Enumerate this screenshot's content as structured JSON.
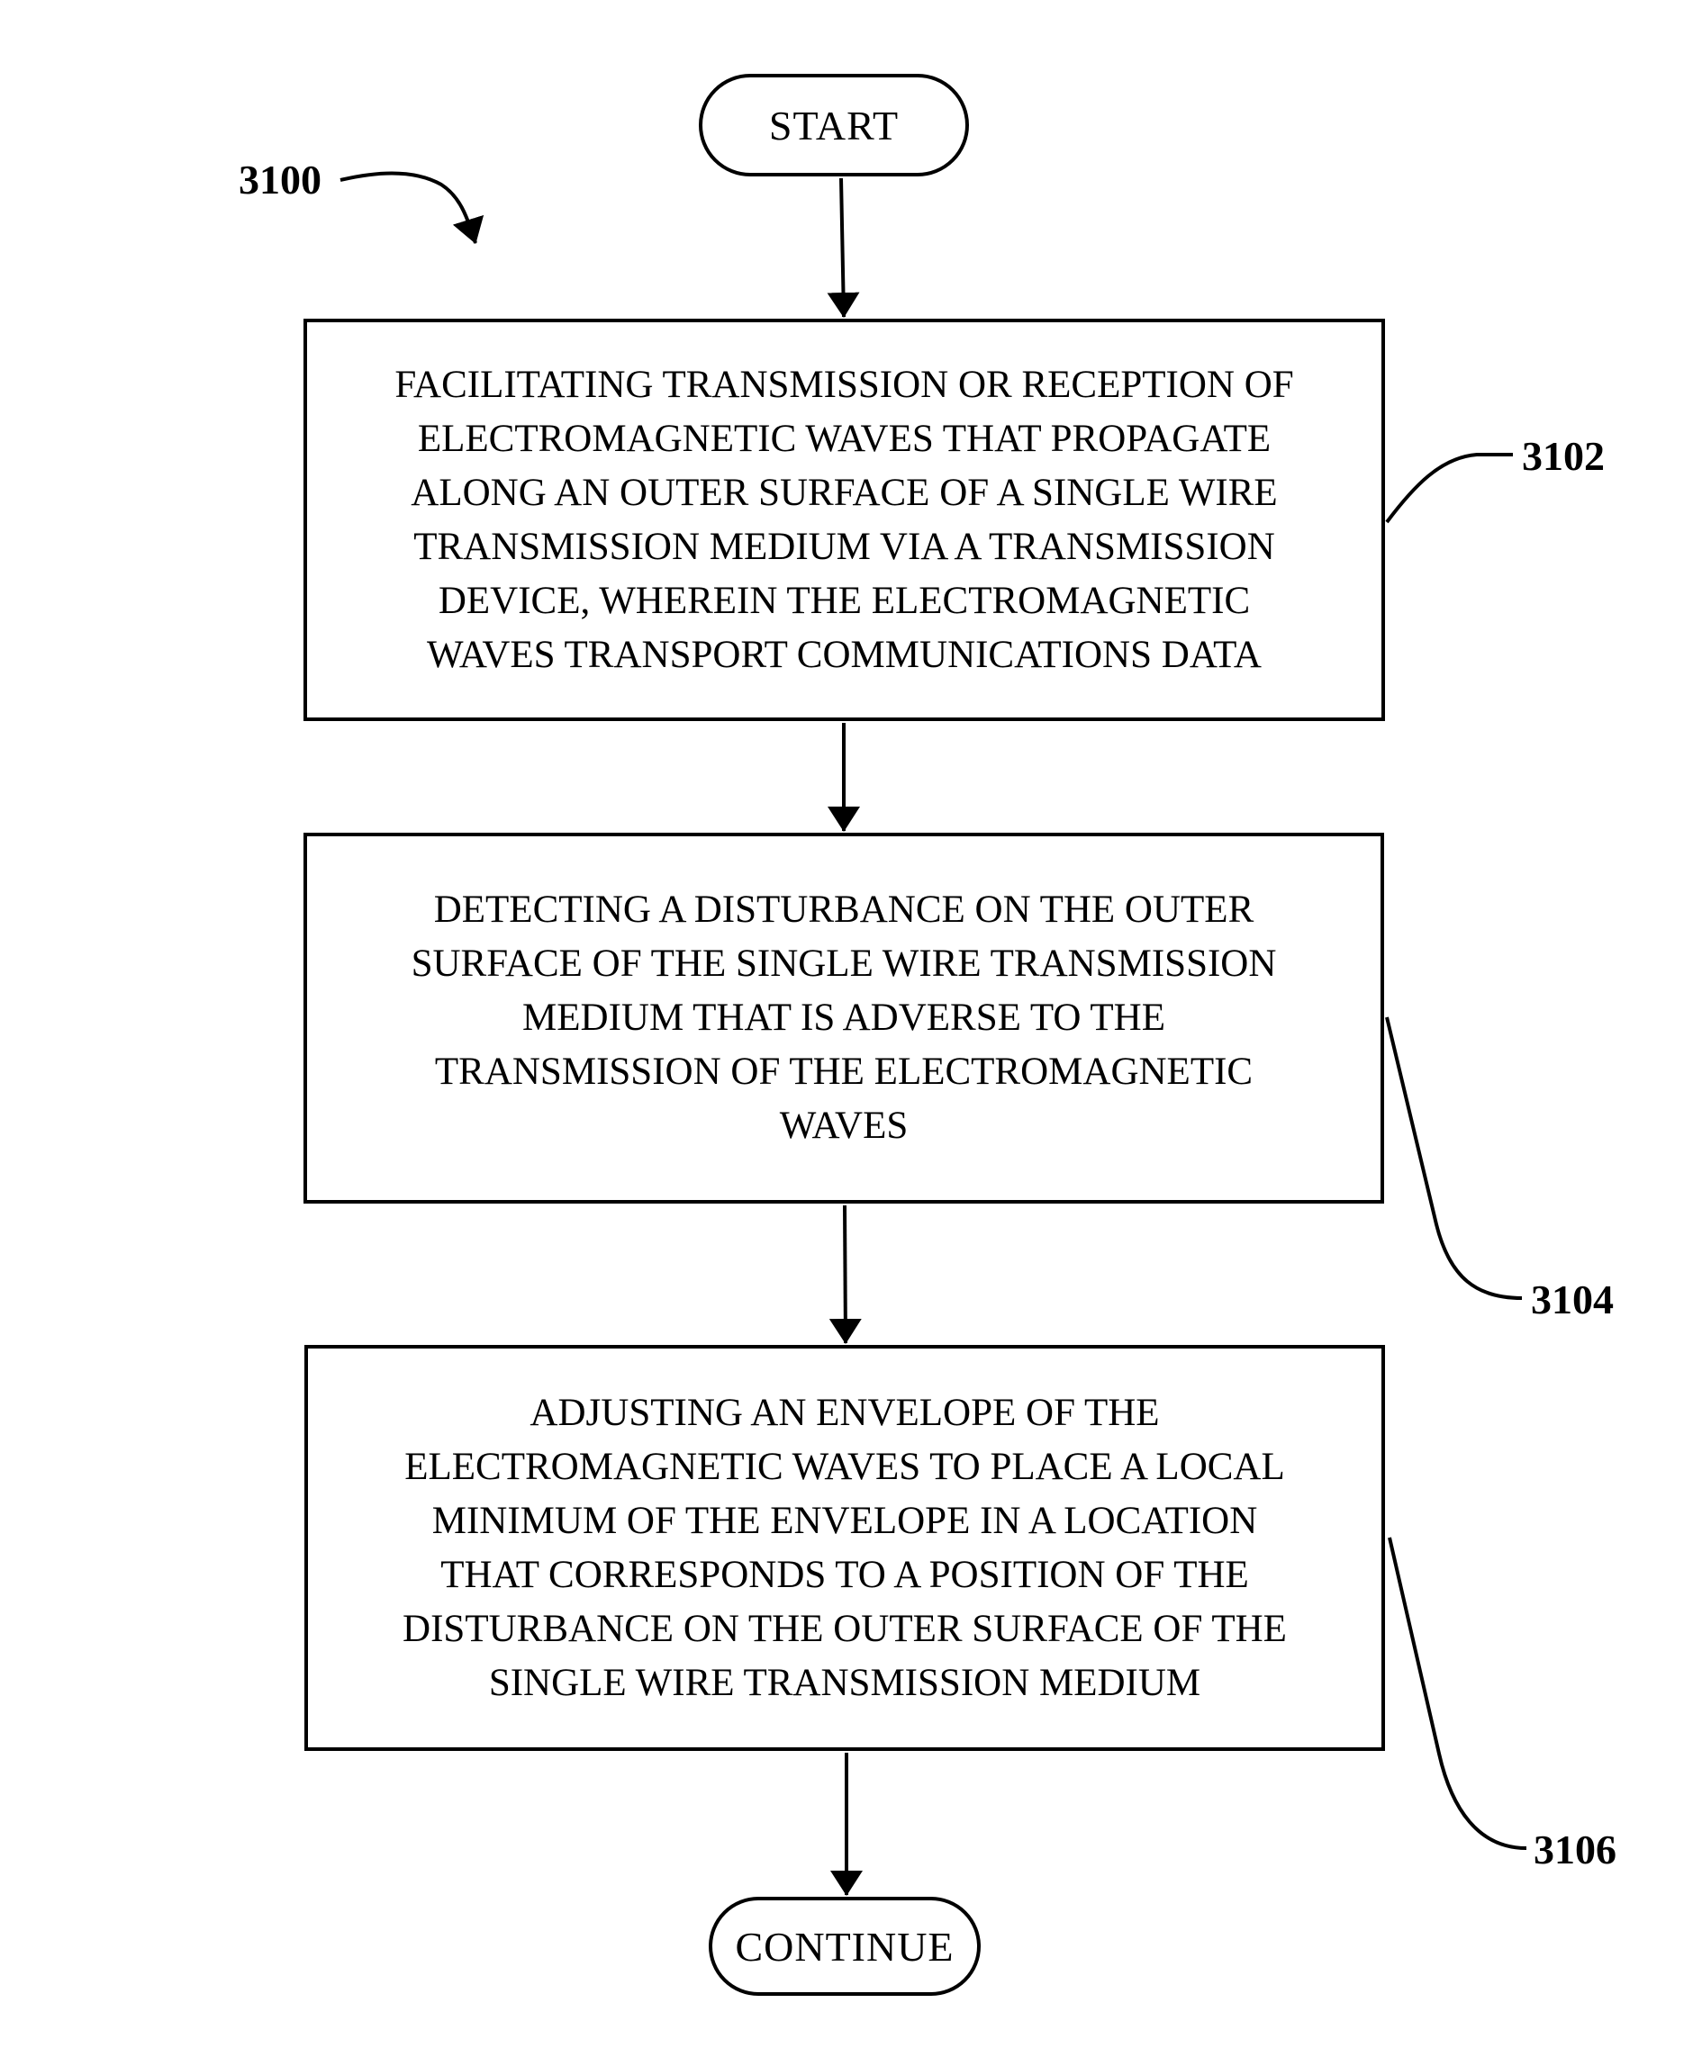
{
  "figure": {
    "ref": "3100",
    "start_label": "START",
    "end_label": "CONTINUE",
    "steps": [
      {
        "ref": "3102",
        "text": "FACILITATING TRANSMISSION OR RECEPTION OF\nELECTROMAGNETIC WAVES THAT PROPAGATE\nALONG AN OUTER SURFACE OF A SINGLE WIRE\nTRANSMISSION MEDIUM VIA A TRANSMISSION\nDEVICE, WHEREIN THE  ELECTROMAGNETIC\nWAVES TRANSPORT COMMUNICATIONS DATA"
      },
      {
        "ref": "3104",
        "text": "DETECTING A DISTURBANCE ON THE OUTER\nSURFACE OF THE SINGLE WIRE TRANSMISSION\nMEDIUM THAT IS ADVERSE TO THE\nTRANSMISSION OF THE ELECTROMAGNETIC\nWAVES"
      },
      {
        "ref": "3106",
        "text": "ADJUSTING AN ENVELOPE OF THE\nELECTROMAGNETIC WAVES TO PLACE A LOCAL\nMINIMUM OF THE ENVELOPE IN A LOCATION\nTHAT CORRESPONDS TO A POSITION OF THE\nDISTURBANCE ON THE OUTER SURFACE OF THE\nSINGLE WIRE TRANSMISSION MEDIUM"
      }
    ]
  }
}
